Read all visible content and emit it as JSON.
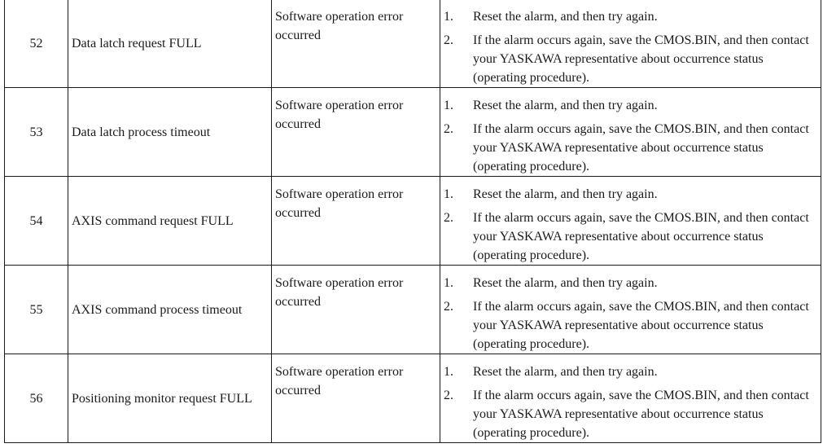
{
  "rows": [
    {
      "no": "52",
      "name": "Data latch request FULL",
      "cause": "Software operation error occurred",
      "step1_num": "1.",
      "step1": "Reset the alarm, and then try again.",
      "step2_num": "2.",
      "step2": "If the alarm occurs again, save the CMOS.BIN, and then contact your YASKAWA representative about occurrence status (operating procedure)."
    },
    {
      "no": "53",
      "name": "Data latch process timeout",
      "cause": "Software operation error occurred",
      "step1_num": "1.",
      "step1": "Reset the alarm, and then try again.",
      "step2_num": "2.",
      "step2": "If the alarm occurs again, save the CMOS.BIN, and then contact your YASKAWA representative about occurrence status (operating procedure)."
    },
    {
      "no": "54",
      "name": "AXIS command request FULL",
      "cause": "Software operation error occurred",
      "step1_num": "1.",
      "step1": "Reset the alarm, and then try again.",
      "step2_num": "2.",
      "step2": "If the alarm occurs again, save the CMOS.BIN, and then contact your YASKAWA representative about occurrence status (operating procedure)."
    },
    {
      "no": "55",
      "name": "AXIS command process timeout",
      "cause": "Software operation error occurred",
      "step1_num": "1.",
      "step1": "Reset the alarm, and then try again.",
      "step2_num": "2.",
      "step2": "If the alarm occurs again, save the CMOS.BIN, and then contact your YASKAWA representative about occurrence status (operating procedure)."
    },
    {
      "no": "56",
      "name": "Positioning monitor request FULL",
      "cause": "Software operation error occurred",
      "step1_num": "1.",
      "step1": "Reset the alarm, and then try again.",
      "step2_num": "2.",
      "step2": "If the alarm occurs again, save the CMOS.BIN, and then contact your YASKAWA representative about occurrence status (operating procedure)."
    }
  ]
}
